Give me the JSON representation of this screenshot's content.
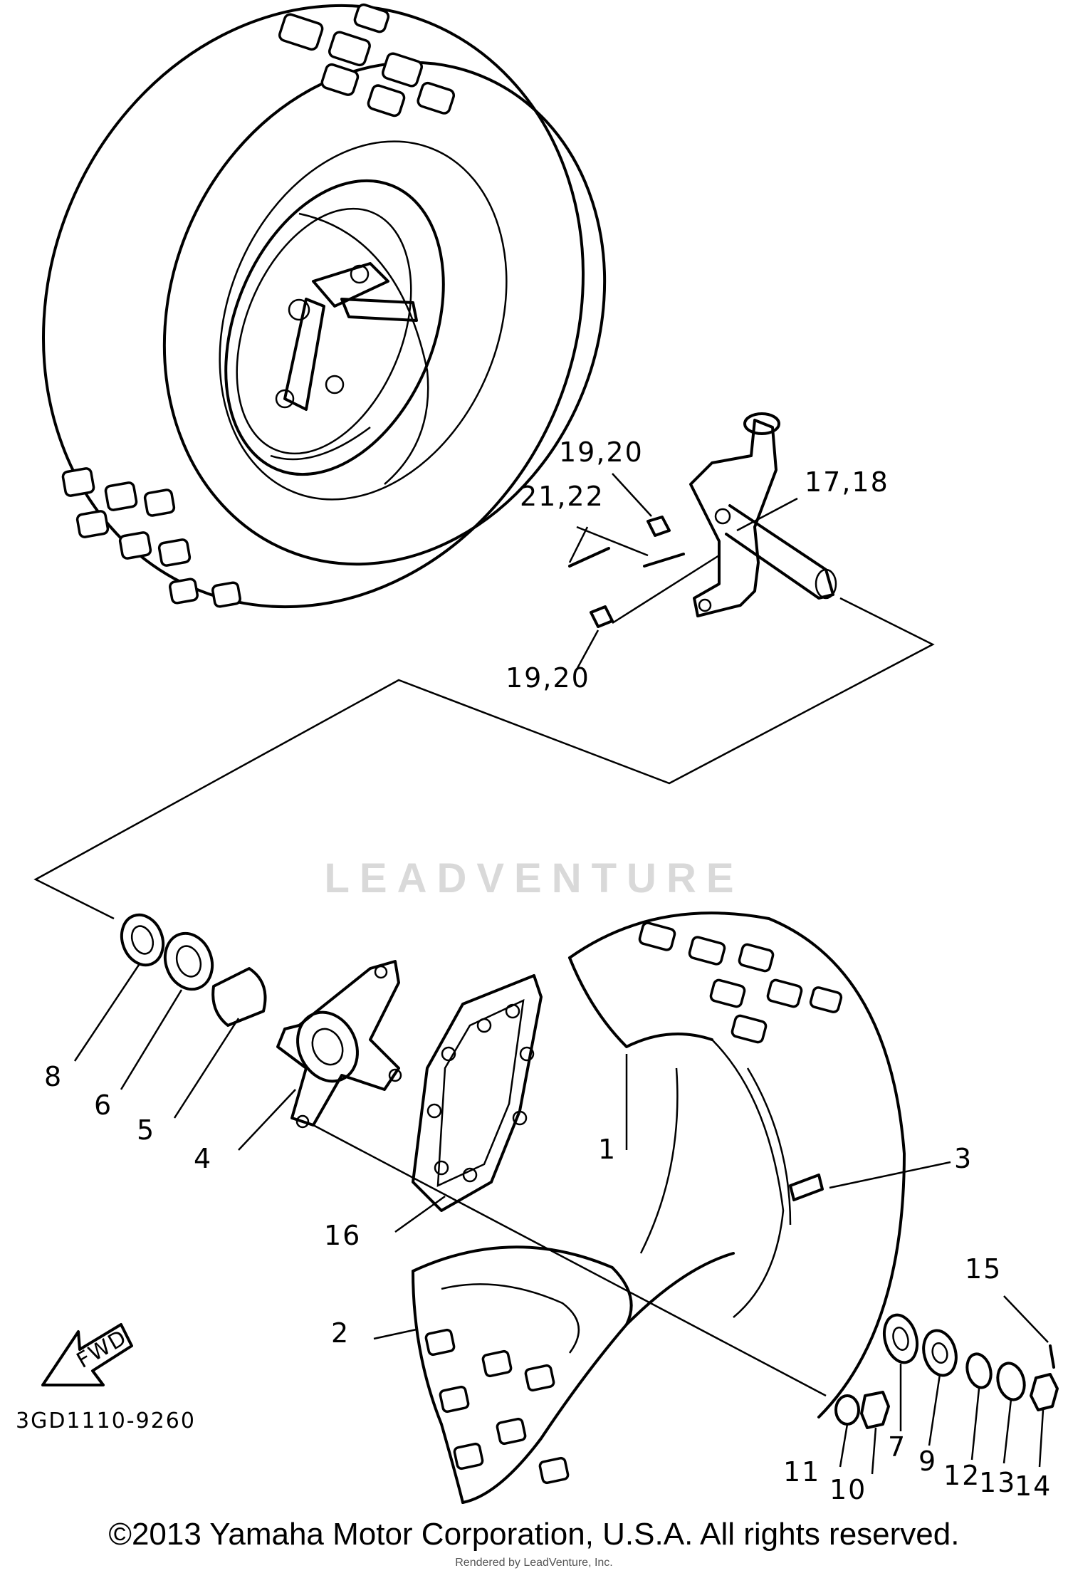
{
  "diagram": {
    "callouts": {
      "c1": "1",
      "c2": "2",
      "c3": "3",
      "c4": "4",
      "c5": "5",
      "c6": "6",
      "c7": "7",
      "c8": "8",
      "c9": "9",
      "c10": "10",
      "c11": "11",
      "c12": "12",
      "c13": "13",
      "c14": "14",
      "c15": "15",
      "c16": "16",
      "c17_18": "17,18",
      "c19_20_top": "19,20",
      "c19_20_bottom": "19,20",
      "c21_22": "21,22"
    },
    "fwd_label": "FWD",
    "drawing_code": "3GD1110-9260"
  },
  "watermark": {
    "text": "LEADVENTURE"
  },
  "footer": {
    "copyright": "©2013 Yamaha Motor Corporation, U.S.A. All rights reserved.",
    "credit": "Rendered by LeadVenture, Inc."
  }
}
